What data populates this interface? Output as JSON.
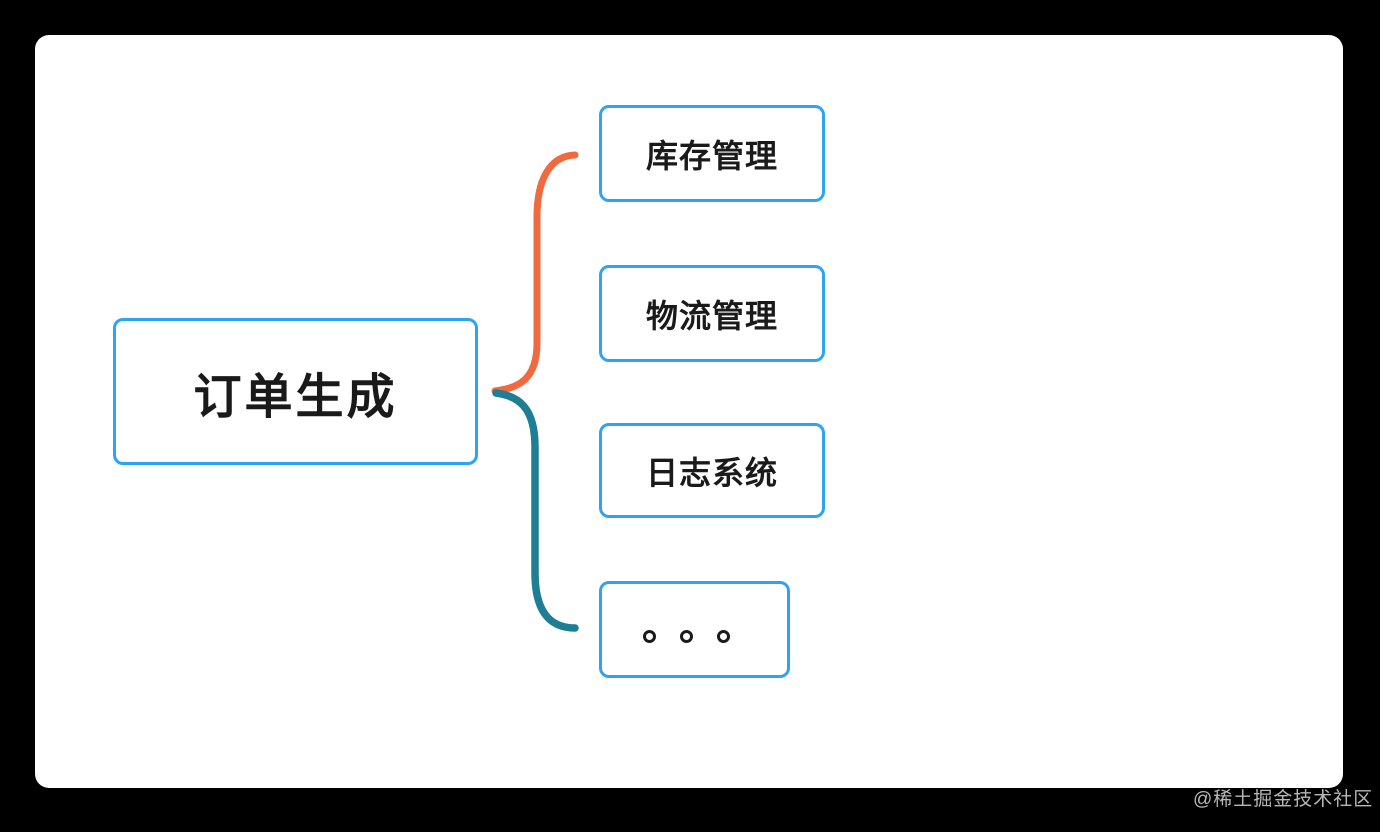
{
  "diagram": {
    "root": {
      "label": "订单生成"
    },
    "children": [
      {
        "label": "库存管理"
      },
      {
        "label": "物流管理"
      },
      {
        "label": "日志系统"
      },
      {
        "label": "。。。"
      }
    ],
    "colors": {
      "node_border": "#2ea3f4",
      "connector_top": "#f0693f",
      "connector_bottom": "#1e7e96",
      "node_text": "#1a1a1a",
      "canvas_bg": "#ffffff",
      "page_bg": "#000000"
    }
  },
  "watermark": {
    "text": "@稀土掘金技术社区"
  }
}
